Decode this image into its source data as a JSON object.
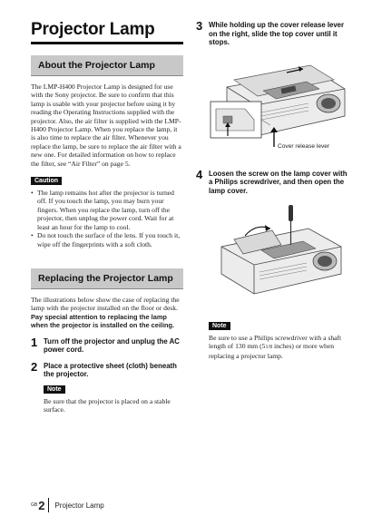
{
  "page_title": "Projector Lamp",
  "about": {
    "heading": "About the Projector Lamp",
    "paragraph": "The LMP-H400 Projector Lamp is designed for use with the Sony projector. Be sure to confirm that this lamp is usable with your projector before using it by reading the Operating Instructions supplied with the projector. Also, the air filter is supplied with the LMP-H400 Projector Lamp. When you replace the lamp, it is also time to replace the air filter. Whenever you replace the lamp, be sure to replace the air filter with a new one. For detailed information on how to replace the filter, see “Air Filter” on page 5."
  },
  "caution": {
    "badge": "Caution",
    "items": [
      "The lamp remains hot after the projector is turned off. If you touch the lamp, you may burn your fingers. When you replace the lamp, turn off the projector, then unplug the power cord. Wait for at least an hour for the lamp to cool.",
      "Do not touch the surface of the lens. If you touch it, wipe off the fingerprints with a soft cloth."
    ]
  },
  "replacing": {
    "heading": "Replacing the Projector Lamp",
    "paragraph": "The illustrations below show the case of replacing the lamp with the projector installed on the floor or desk.",
    "emphasis": "Pay special attention to replacing the lamp when the projector is installed on the ceiling."
  },
  "steps": [
    {
      "num": "1",
      "text": "Turn off the projector and unplug the AC power cord."
    },
    {
      "num": "2",
      "text": "Place a protective sheet (cloth) beneath the projector."
    },
    {
      "num": "3",
      "text": "While holding up the cover release lever on the right, slide the top cover until it stops."
    },
    {
      "num": "4",
      "text": "Loosen the screw on the lamp cover with a Philips screwdriver, and then open the lamp cover."
    }
  ],
  "note_step2": {
    "badge": "Note",
    "text": "Be sure that the projector is placed on a stable surface."
  },
  "figure1": {
    "callout": "Cover release lever"
  },
  "note_step4": {
    "badge": "Note",
    "text_main": "Be sure to use a Philips screwdriver with a shaft length of 130 mm (5",
    "fraction": "1/8",
    "text_end": " inches) or more when replacing a projector lamp."
  },
  "footer": {
    "sup": "GB",
    "page_number": "2",
    "section": "Projector Lamp"
  }
}
